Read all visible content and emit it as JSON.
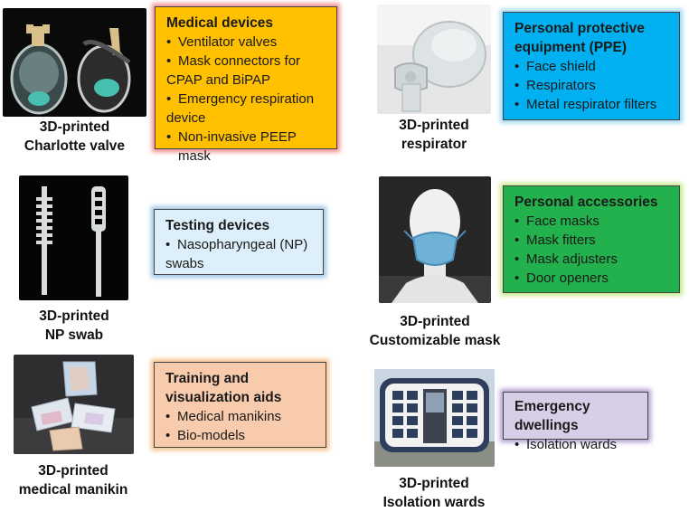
{
  "panels": [
    {
      "key": "charlotte",
      "caption": [
        "3D-printed",
        "Charlotte valve"
      ],
      "box": {
        "title": [
          "Medical devices"
        ],
        "items": [
          [
            "Ventilator valves"
          ],
          [
            "Mask connectors for",
            "CPAP and BiPAP"
          ],
          [
            "Emergency respiration",
            "device"
          ],
          [
            "Non-invasive PEEP mask"
          ]
        ],
        "color": "#FFC000",
        "glow": "#F28A8A"
      }
    },
    {
      "key": "respirator",
      "caption": [
        "3D-printed",
        "respirator"
      ],
      "box": {
        "title": [
          "Personal protective",
          "equipment (PPE)"
        ],
        "items": [
          [
            "Face shield"
          ],
          [
            "Respirators"
          ],
          [
            "Metal respirator filters"
          ]
        ],
        "color": "#00B0F0",
        "glow": "#9FD7F2"
      }
    },
    {
      "key": "swab",
      "caption": [
        "3D-printed",
        "NP swab"
      ],
      "box": {
        "title": [
          "Testing devices"
        ],
        "items": [
          [
            "Nasopharyngeal (NP)",
            "swabs"
          ]
        ],
        "color": "#DDEFFA",
        "glow": "#9FC6E6"
      }
    },
    {
      "key": "mask",
      "caption": [
        "3D-printed",
        "Customizable mask"
      ],
      "box": {
        "title": [
          "Personal accessories"
        ],
        "items": [
          [
            "Face masks"
          ],
          [
            "Mask fitters"
          ],
          [
            "Mask adjusters"
          ],
          [
            "Door openers"
          ]
        ],
        "color": "#22B14C",
        "glow": "#C8E88E"
      }
    },
    {
      "key": "manikin",
      "caption": [
        "3D-printed",
        "medical manikin"
      ],
      "box": {
        "title": [
          "Training and",
          "visualization aids"
        ],
        "items": [
          [
            "Medical manikins"
          ],
          [
            "Bio-models"
          ]
        ],
        "color": "#F8CBAD",
        "glow": "#F6C187"
      }
    },
    {
      "key": "wards",
      "caption": [
        "3D-printed",
        "Isolation wards"
      ],
      "box": {
        "title": [
          "Emergency dwellings"
        ],
        "items": [
          [
            "Isolation wards"
          ]
        ],
        "color": "#D9CEE8",
        "glow": "#B29ED1"
      }
    }
  ]
}
